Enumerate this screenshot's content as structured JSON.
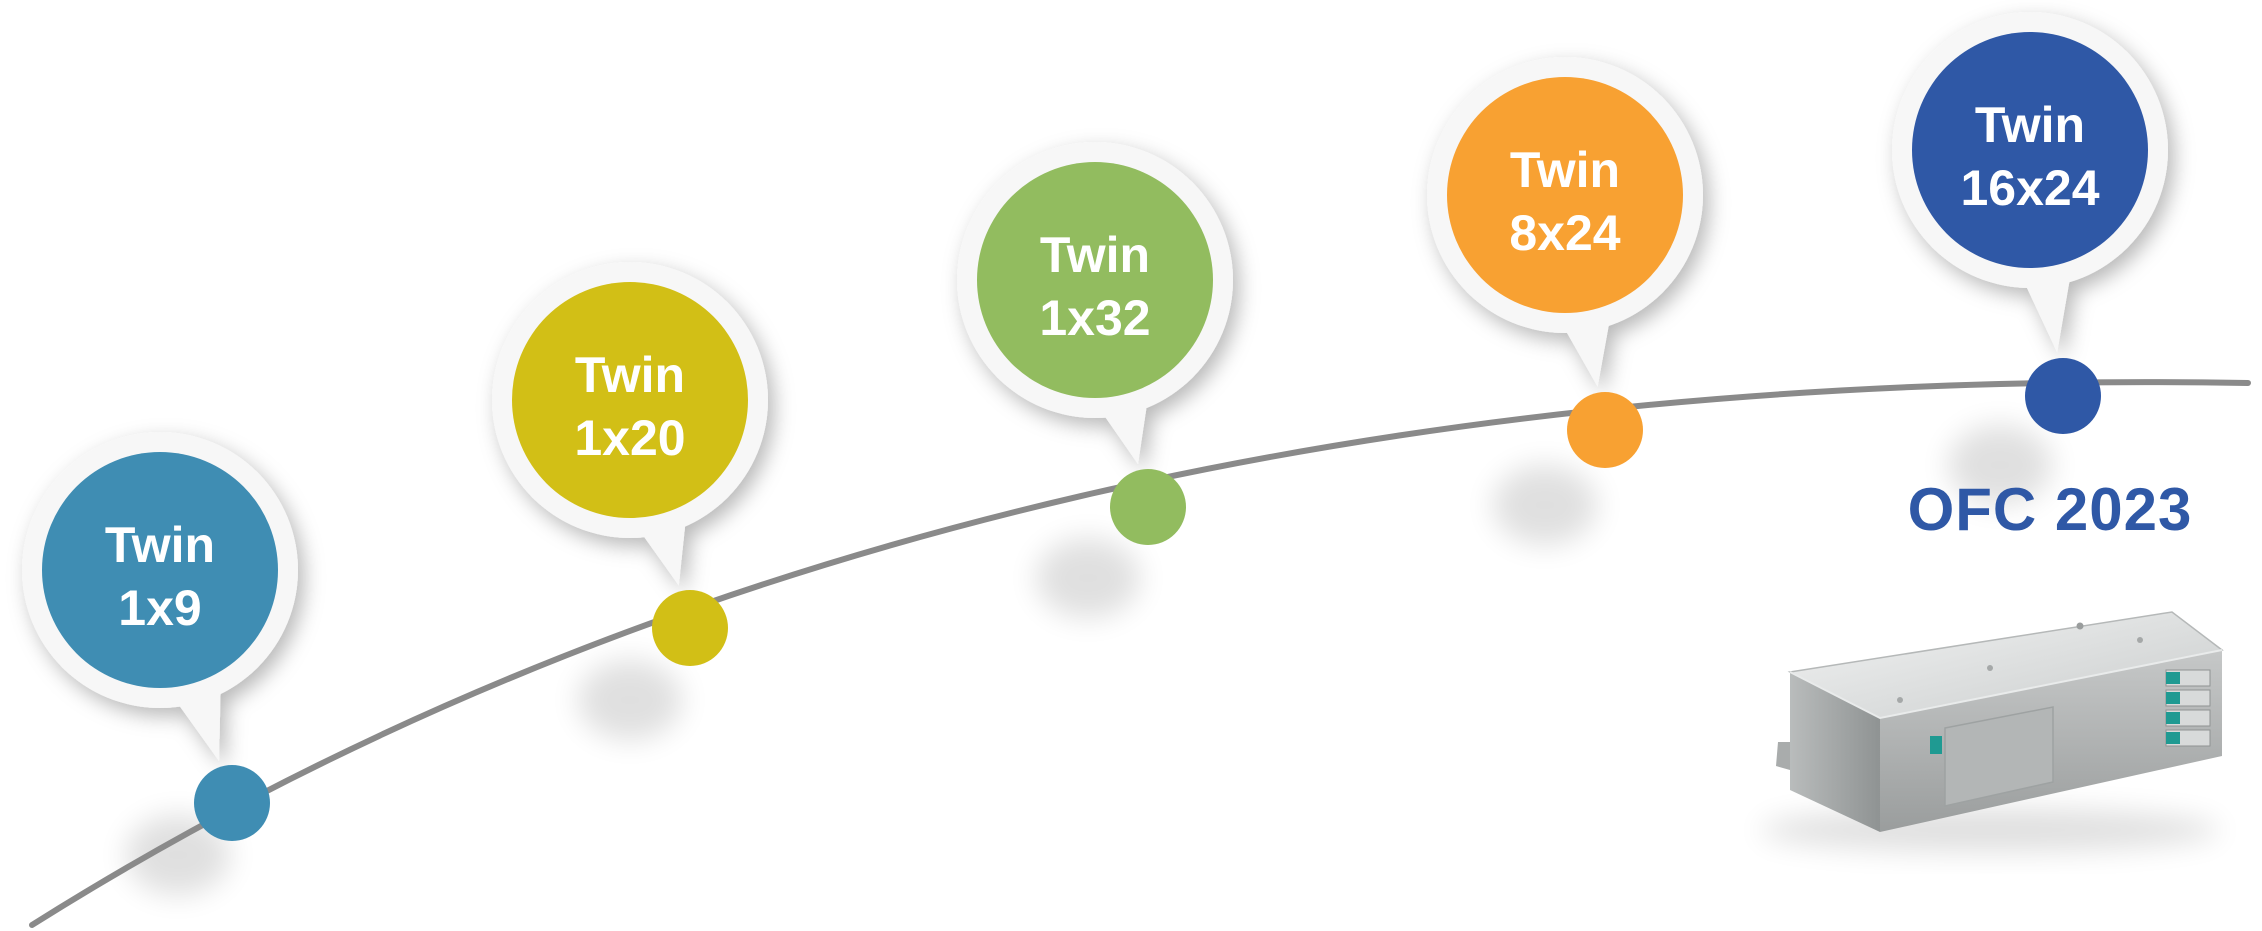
{
  "milestones": [
    {
      "line1": "Twin",
      "line2": "1x9",
      "color": "#3f8db3"
    },
    {
      "line1": "Twin",
      "line2": "1x20",
      "color": "#d2bf16"
    },
    {
      "line1": "Twin",
      "line2": "1x32",
      "color": "#92bc5f"
    },
    {
      "line1": "Twin",
      "line2": "8x24",
      "color": "#f8a132"
    },
    {
      "line1": "Twin",
      "line2": "16x24",
      "color": "#2f58a6"
    }
  ],
  "event_label": "OFC 2023",
  "timeline_color": "#8a8a8a",
  "device_image": "optical-switch-module"
}
